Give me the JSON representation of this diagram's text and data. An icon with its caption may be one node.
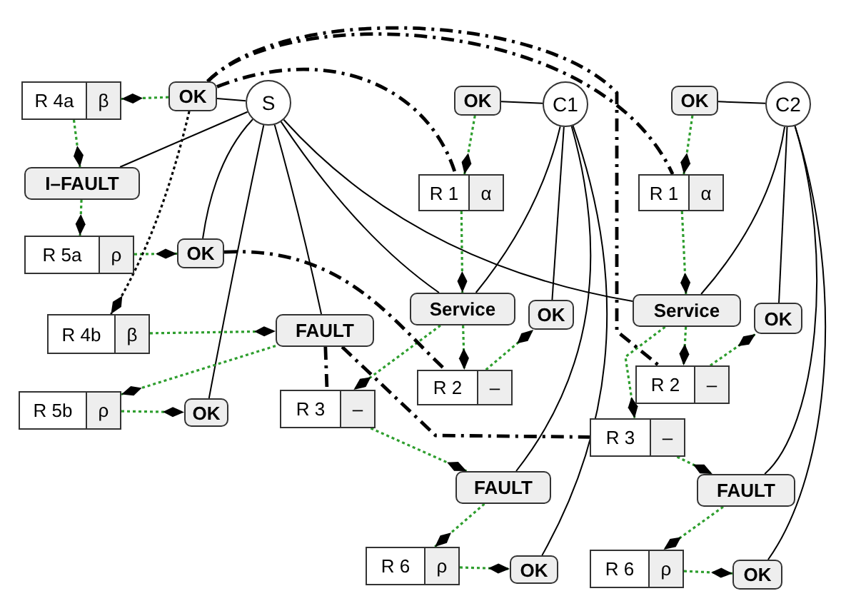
{
  "diagram": {
    "nodes": [
      {
        "text": [
          "R 4a",
          "β"
        ]
      },
      {
        "text": [
          "OK"
        ]
      },
      {
        "text": [
          "S"
        ]
      },
      {
        "text": [
          "OK"
        ]
      },
      {
        "text": [
          "C1"
        ]
      },
      {
        "text": [
          "OK"
        ]
      },
      {
        "text": [
          "C2"
        ]
      },
      {
        "text": [
          "I–FAULT"
        ]
      },
      {
        "text": [
          "R 1",
          "α"
        ]
      },
      {
        "text": [
          "R 1",
          "α"
        ]
      },
      {
        "text": [
          "R 5a",
          "ρ"
        ]
      },
      {
        "text": [
          "OK"
        ]
      },
      {
        "text": [
          "R 4b",
          "β"
        ]
      },
      {
        "text": [
          "FAULT"
        ]
      },
      {
        "text": [
          "Service"
        ]
      },
      {
        "text": [
          "OK"
        ]
      },
      {
        "text": [
          "Service"
        ]
      },
      {
        "text": [
          "OK"
        ]
      },
      {
        "text": [
          "R 2",
          "–"
        ]
      },
      {
        "text": [
          "R 2",
          "–"
        ]
      },
      {
        "text": [
          "R 5b",
          "ρ"
        ]
      },
      {
        "text": [
          "OK"
        ]
      },
      {
        "text": [
          "R 3",
          "–"
        ]
      },
      {
        "text": [
          "R 3",
          "–"
        ]
      },
      {
        "text": [
          "FAULT"
        ]
      },
      {
        "text": [
          "FAULT"
        ]
      },
      {
        "text": [
          "R 6",
          "ρ"
        ]
      },
      {
        "text": [
          "OK"
        ]
      },
      {
        "text": [
          "R 6",
          "ρ"
        ]
      },
      {
        "text": [
          "OK"
        ]
      }
    ],
    "edges": [
      {
        "from": 2,
        "to": 1,
        "arrow": "none"
      },
      {
        "from": 2,
        "to": 7,
        "arrow": "none"
      },
      {
        "from": 2,
        "to": 11,
        "arrow": "none"
      },
      {
        "from": 2,
        "to": 21,
        "arrow": "none"
      },
      {
        "from": 2,
        "to": 13,
        "arrow": "none"
      },
      {
        "from": 2,
        "to": 14,
        "arrow": "none"
      },
      {
        "from": 2,
        "to": 16,
        "arrow": "none"
      },
      {
        "from": 4,
        "to": 3,
        "arrow": "none"
      },
      {
        "from": 4,
        "to": 14,
        "arrow": "none"
      },
      {
        "from": 4,
        "to": 15,
        "arrow": "none"
      },
      {
        "from": 4,
        "to": 24,
        "arrow": "none"
      },
      {
        "from": 4,
        "to": 27,
        "arrow": "none"
      },
      {
        "from": 6,
        "to": 5,
        "arrow": "none"
      },
      {
        "from": 6,
        "to": 16,
        "arrow": "none"
      },
      {
        "from": 6,
        "to": 17,
        "arrow": "none"
      },
      {
        "from": 6,
        "to": 25,
        "arrow": "none"
      },
      {
        "from": 6,
        "to": 29,
        "arrow": "none"
      },
      {
        "from": 1,
        "to": 0,
        "arrow": "other",
        "style": "dashed",
        "color": "#2e9e2e"
      },
      {
        "from": 0,
        "to": 7,
        "arrow": "other",
        "style": "dashed",
        "color": "#2e9e2e"
      },
      {
        "from": 7,
        "to": 10,
        "arrow": "other",
        "style": "dashed",
        "color": "#2e9e2e"
      },
      {
        "from": 10,
        "to": 11,
        "arrow": "other",
        "style": "dashed",
        "color": "#2e9e2e"
      },
      {
        "from": 1,
        "to": 12,
        "arrow": "other",
        "style": "dashed"
      },
      {
        "from": 12,
        "to": 13,
        "arrow": "other",
        "style": "dashed",
        "color": "#2e9e2e"
      },
      {
        "from": 13,
        "to": 20,
        "arrow": "other",
        "style": "dashed",
        "color": "#2e9e2e"
      },
      {
        "from": 20,
        "to": 21,
        "arrow": "other",
        "style": "dashed",
        "color": "#2e9e2e"
      },
      {
        "from": 3,
        "to": 8,
        "arrow": "other",
        "style": "dashed",
        "color": "#2e9e2e"
      },
      {
        "from": 8,
        "to": 14,
        "arrow": "other",
        "style": "dashed",
        "color": "#2e9e2e"
      },
      {
        "from": 14,
        "to": 18,
        "arrow": "other",
        "style": "dashed",
        "color": "#2e9e2e"
      },
      {
        "from": 18,
        "to": 15,
        "arrow": "other",
        "style": "dashed",
        "color": "#2e9e2e"
      },
      {
        "from": 14,
        "to": 22,
        "arrow": "other",
        "style": "dashed",
        "color": "#2e9e2e"
      },
      {
        "from": 22,
        "to": 24,
        "arrow": "other",
        "style": "dashed",
        "color": "#2e9e2e"
      },
      {
        "from": 24,
        "to": 26,
        "arrow": "other",
        "style": "dashed",
        "color": "#2e9e2e"
      },
      {
        "from": 26,
        "to": 27,
        "arrow": "other",
        "style": "dashed",
        "color": "#2e9e2e"
      },
      {
        "from": 5,
        "to": 9,
        "arrow": "other",
        "style": "dashed",
        "color": "#2e9e2e"
      },
      {
        "from": 9,
        "to": 16,
        "arrow": "other",
        "style": "dashed",
        "color": "#2e9e2e"
      },
      {
        "from": 16,
        "to": 19,
        "arrow": "other",
        "style": "dashed",
        "color": "#2e9e2e"
      },
      {
        "from": 19,
        "to": 17,
        "arrow": "other",
        "style": "dashed",
        "color": "#2e9e2e"
      },
      {
        "from": 16,
        "to": 23,
        "arrow": "other",
        "style": "dashed",
        "color": "#2e9e2e"
      },
      {
        "from": 23,
        "to": 25,
        "arrow": "other",
        "style": "dashed",
        "color": "#2e9e2e"
      },
      {
        "from": 25,
        "to": 28,
        "arrow": "other",
        "style": "dashed",
        "color": "#2e9e2e"
      },
      {
        "from": 28,
        "to": 29,
        "arrow": "other",
        "style": "dashed",
        "color": "#2e9e2e"
      },
      {
        "from": 1,
        "to": 9,
        "arrow": "none",
        "style": "dashed"
      },
      {
        "from": 1,
        "to": 19,
        "arrow": "none",
        "style": "dashed"
      },
      {
        "from": 1,
        "to": 8,
        "arrow": "none",
        "style": "dashed"
      },
      {
        "from": 11,
        "to": 18,
        "arrow": "none",
        "style": "dashed"
      },
      {
        "from": 13,
        "to": 22,
        "arrow": "none",
        "style": "dashed"
      },
      {
        "from": 13,
        "to": 23,
        "arrow": "none",
        "style": "dashed"
      }
    ]
  }
}
